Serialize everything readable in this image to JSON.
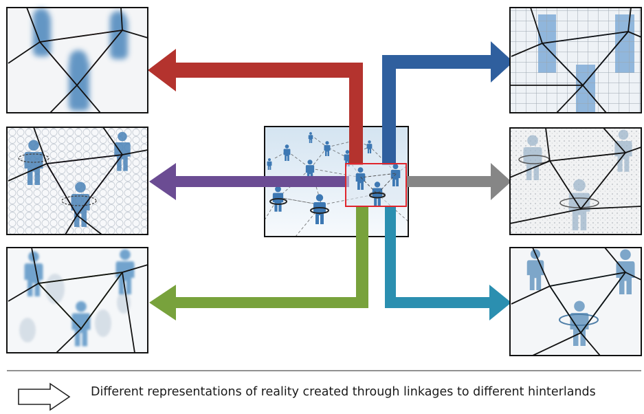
{
  "legend": {
    "text": "Different representations of reality created through linkages to different hinterlands",
    "icon": "outline-right-arrow-icon"
  },
  "colors": {
    "red": "#b4332e",
    "blue": "#2f5f9e",
    "purple": "#6b4c93",
    "gray": "#868686",
    "green": "#78a23c",
    "teal": "#2b8fb0",
    "figure": "#3f7fb8",
    "highlight_box": "#e0242b"
  },
  "panels": [
    {
      "id": "top-left",
      "style": "blurred",
      "link_color": "red"
    },
    {
      "id": "mid-left",
      "style": "cellular",
      "link_color": "purple"
    },
    {
      "id": "bottom-left",
      "style": "soft-shadows",
      "link_color": "green"
    },
    {
      "id": "top-right",
      "style": "grid",
      "link_color": "blue"
    },
    {
      "id": "mid-right",
      "style": "embossed",
      "link_color": "gray"
    },
    {
      "id": "bottom-right",
      "style": "flat-shapes",
      "link_color": "teal"
    }
  ]
}
